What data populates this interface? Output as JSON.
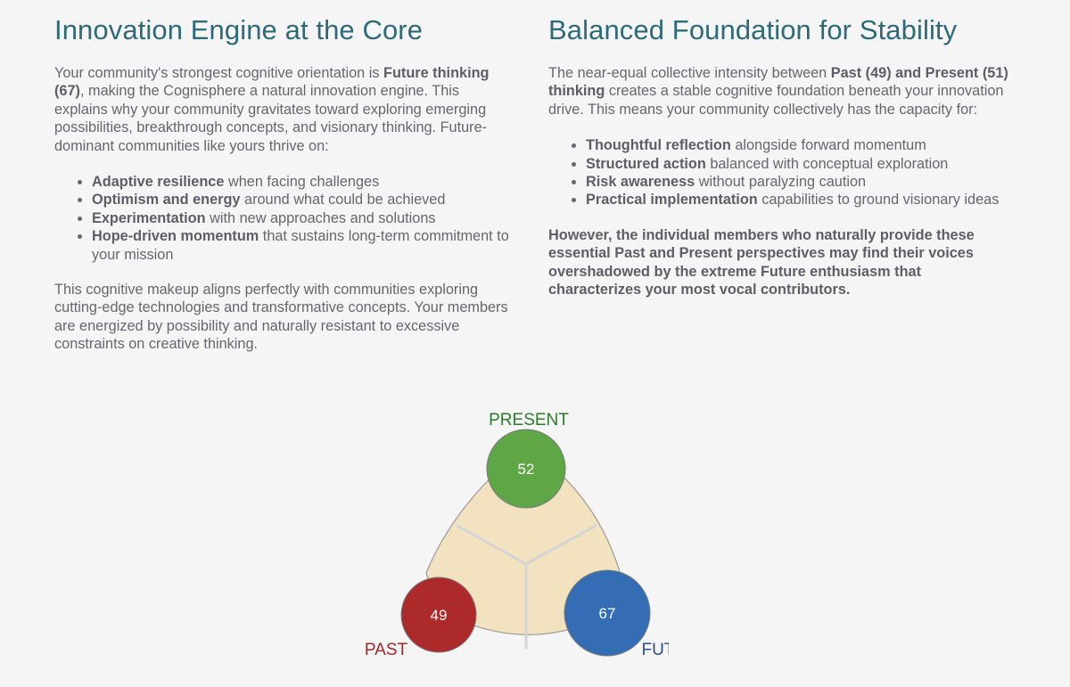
{
  "left": {
    "title": "Innovation Engine at the Core",
    "p1_a": "Your community's strongest cognitive orientation is ",
    "p1_b": "Future thinking (67)",
    "p1_c": ", making the Cognisphere a natural innovation engine. This explains why your community gravitates toward exploring emerging possibilities, breakthrough concepts, and visionary thinking. Future-dominant communities like yours thrive on:",
    "bullets": [
      {
        "bold": "Adaptive resilience",
        "rest": " when facing challenges"
      },
      {
        "bold": "Optimism and energy",
        "rest": " around what could be achieved"
      },
      {
        "bold": "Experimentation",
        "rest": " with new approaches and solutions"
      },
      {
        "bold": "Hope-driven momentum",
        "rest": " that sustains long-term commitment to your mission"
      }
    ],
    "p2": "This cognitive makeup aligns perfectly with communities exploring cutting-edge technologies and transformative concepts. Your members are energized by possibility and naturally resistant to excessive constraints on creative thinking."
  },
  "right": {
    "title": "Balanced Foundation for Stability",
    "p1_a": "The near-equal collective intensity between ",
    "p1_b": "Past (49) and Present (51) thinking",
    "p1_c": " creates a stable cognitive foundation beneath your innovation drive. This means your community collectively has the capacity for:",
    "bullets": [
      {
        "bold": "Thoughtful reflection",
        "rest": " alongside forward momentum"
      },
      {
        "bold": "Structured action",
        "rest": " balanced with conceptual exploration"
      },
      {
        "bold": "Risk awareness",
        "rest": " without paralyzing caution"
      },
      {
        "bold": "Practical implementation",
        "rest": " capabilities to ground visionary ideas"
      }
    ],
    "p2": "However, the individual members who naturally provide these essential Past and Present perspectives may find their voices overshadowed by the extreme Future enthusiasm that characterizes your most vocal contributors."
  },
  "diagram": {
    "present": {
      "label": "PRESENT",
      "value": "52",
      "color": "#5ea646",
      "label_color": "#2e7a2e"
    },
    "past": {
      "label": "PAST",
      "value": "49",
      "color": "#ad2a2a",
      "label_color": "#a02828"
    },
    "future": {
      "label": "FUTURE",
      "value": "67",
      "color": "#346db3",
      "label_color": "#2e4e92"
    },
    "fill_color": "#f2e2c0"
  }
}
